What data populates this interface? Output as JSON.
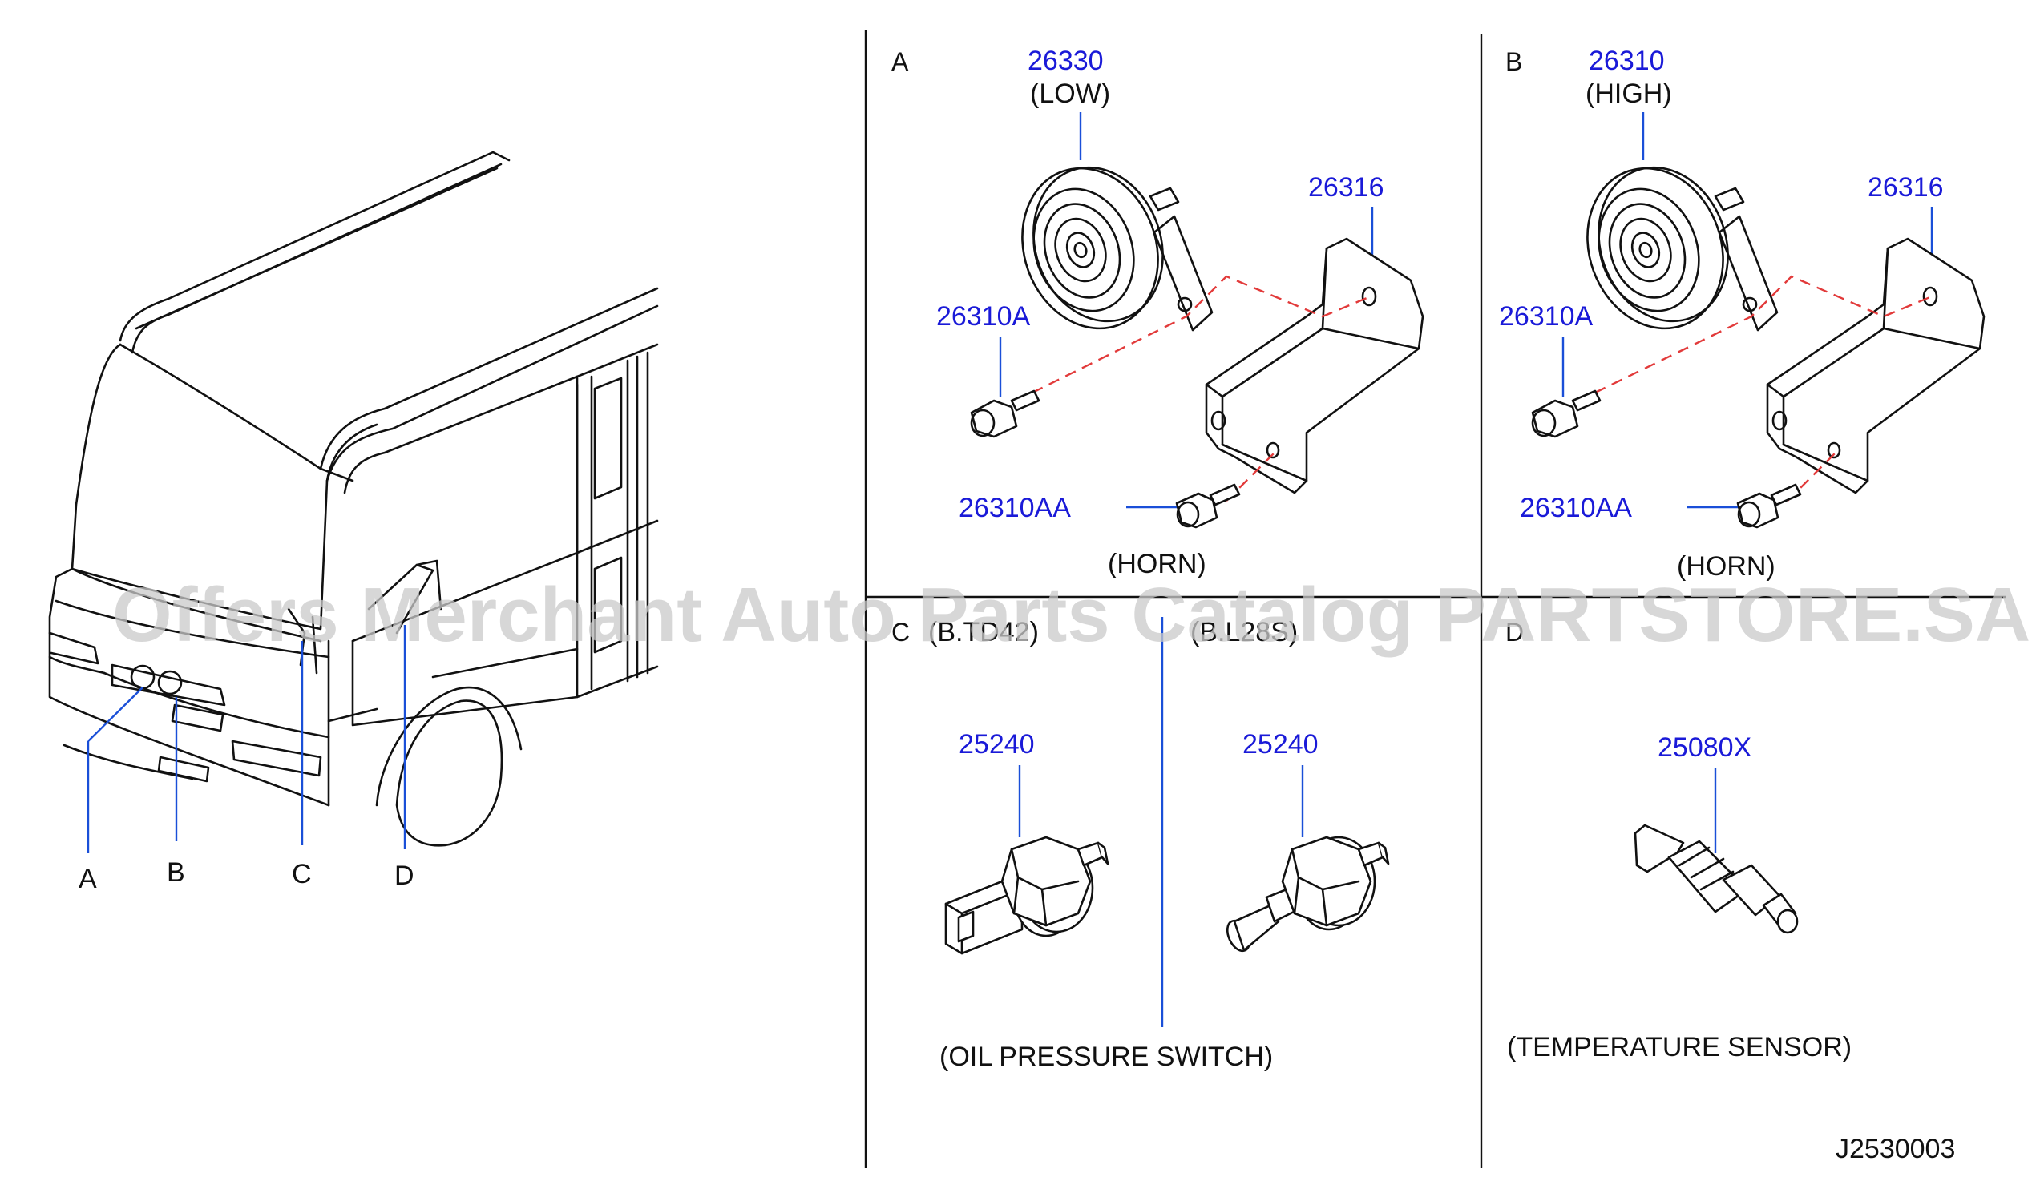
{
  "diagram": {
    "vehicle_callouts": {
      "a": "A",
      "b": "B",
      "c": "C",
      "d": "D"
    },
    "section_a": {
      "letter": "A",
      "horn_part": "26330",
      "horn_note": "(LOW)",
      "bracket_part": "26316",
      "bolt_part": "26310A",
      "bolt2_part": "26310AA",
      "caption": "(HORN)"
    },
    "section_b": {
      "letter": "B",
      "horn_part": "26310",
      "horn_note": "(HIGH)",
      "bracket_part": "26316",
      "bolt_part": "26310A",
      "bolt2_part": "26310AA",
      "caption": "(HORN)"
    },
    "section_c": {
      "letter": "C",
      "variant_left": "(B.TD42)",
      "variant_right": "(B.L28S)",
      "switch_left_part": "25240",
      "switch_right_part": "25240",
      "caption": "(OIL  PRESSURE  SWITCH)"
    },
    "section_d": {
      "letter": "D",
      "sensor_part": "25080X",
      "caption": "(TEMPERATURE  SENSOR)"
    },
    "diagram_code": "J2530003",
    "watermark": "Offers Merchant Auto Parts Catalog PARTSTORE.SA"
  },
  "colors": {
    "part_number": "#1a1ad8",
    "leader_line": "#1a4fd8",
    "alignment_dash": "#e23a3a",
    "drawing_line": "#111111",
    "watermark": "#c9c9c9"
  }
}
